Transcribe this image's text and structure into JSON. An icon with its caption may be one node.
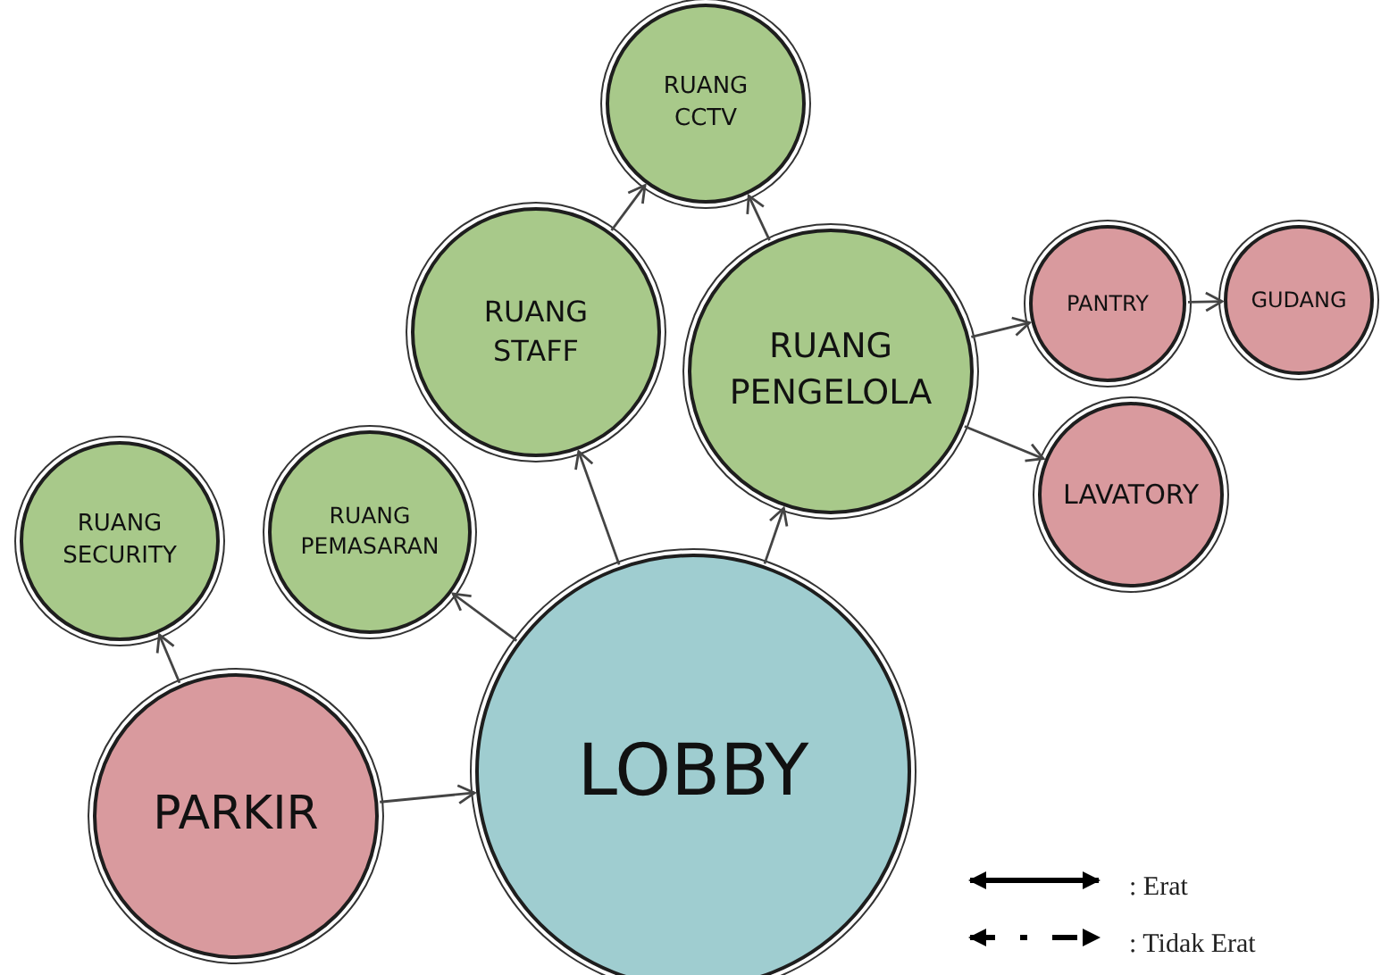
{
  "diagram": {
    "nodes": [
      {
        "text": [
          "RUANG CCTV"
        ]
      },
      {
        "text": [
          "RUANG STAFF"
        ]
      },
      {
        "text": [
          "RUANG PENGELOLA"
        ]
      },
      {
        "text": [
          "PANTRY"
        ]
      },
      {
        "text": [
          "GUDANG"
        ]
      },
      {
        "text": [
          "LAVATORY"
        ]
      },
      {
        "text": [
          "RUANG SECURITY"
        ]
      },
      {
        "text": [
          "RUANG PEMASARAN"
        ]
      },
      {
        "text": [
          "PARKIR"
        ]
      },
      {
        "text": [
          "LOBBY"
        ]
      }
    ],
    "edges": [
      {
        "from": 8,
        "to": 9,
        "arrow": "to"
      },
      {
        "from": 8,
        "to": 6,
        "arrow": "to"
      },
      {
        "from": 9,
        "to": 7,
        "arrow": "to"
      },
      {
        "from": 9,
        "to": 1,
        "arrow": "to"
      },
      {
        "from": 9,
        "to": 2,
        "arrow": "to"
      },
      {
        "from": 1,
        "to": 0,
        "arrow": "to"
      },
      {
        "from": 2,
        "to": 0,
        "arrow": "to"
      },
      {
        "from": 2,
        "to": 3,
        "arrow": "to"
      },
      {
        "from": 2,
        "to": 5,
        "arrow": "to"
      },
      {
        "from": 3,
        "to": 4,
        "arrow": "to"
      }
    ],
    "legend": [
      {
        "text": ": Erat"
      },
      {
        "text": ": Tidak Erat"
      }
    ]
  }
}
